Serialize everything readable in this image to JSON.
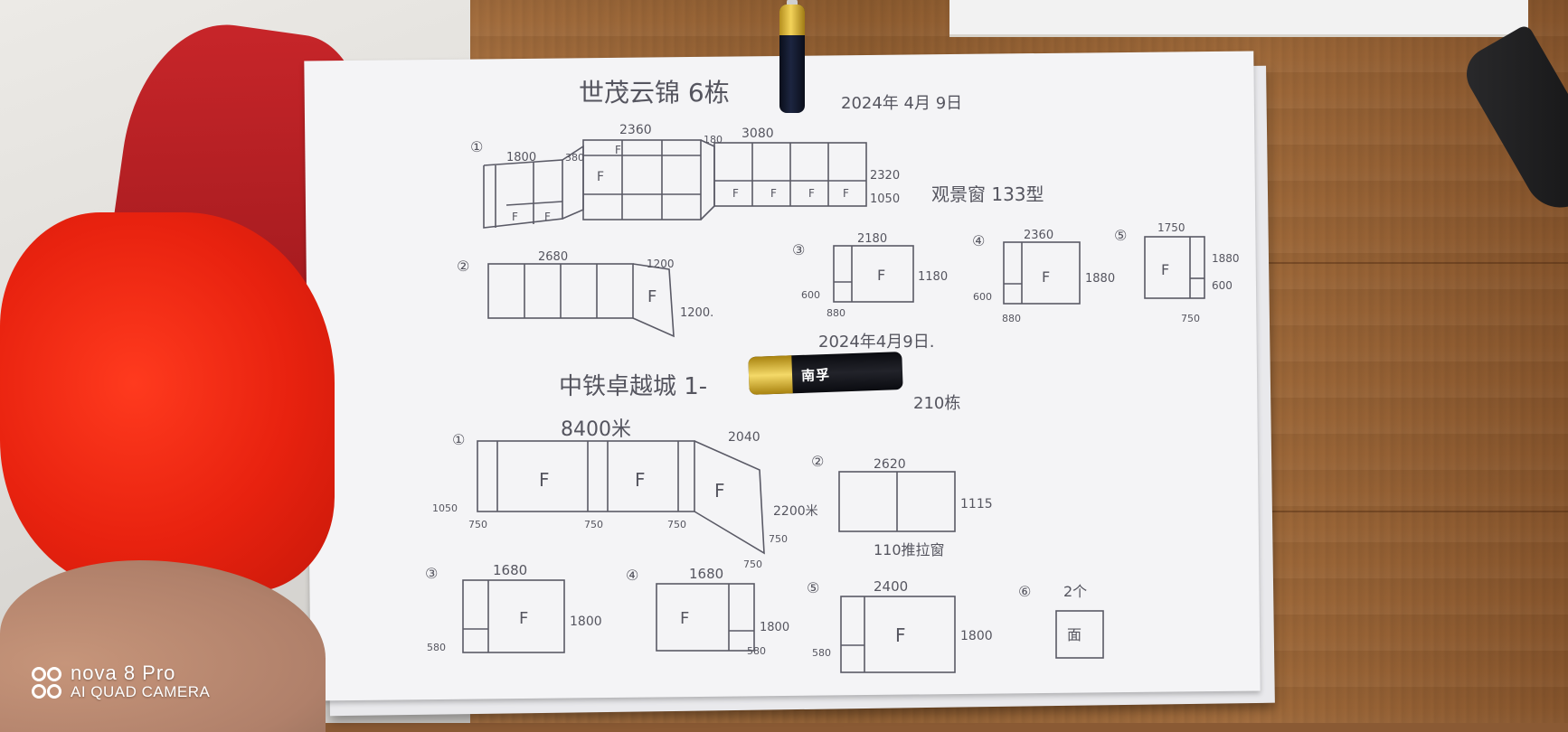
{
  "watermark": {
    "line1": "nova 8 Pro",
    "line2": "AI QUAD CAMERA"
  },
  "battery_label": "南孚",
  "sketch": {
    "header_title": "世茂云锦 6栋",
    "header_date": "2024年 4月 9日",
    "date2": "2024年4月9日.",
    "title2": "中铁卓越城 1-",
    "note2": "210栋",
    "top_dims": [
      "2360",
      "3080",
      "1800",
      "380",
      "2320",
      "1050",
      "180"
    ],
    "top_note": "观景窗 133型",
    "w2": {
      "dims": [
        "2680",
        "1200",
        "1200."
      ]
    },
    "w3": {
      "dims": [
        "2180",
        "1180",
        "600",
        "880"
      ]
    },
    "w4": {
      "dims": [
        "2360",
        "1880",
        "600",
        "880"
      ]
    },
    "w5": {
      "dims": [
        "1750",
        "1880",
        "600",
        "750"
      ]
    },
    "b1": {
      "dims": [
        "8400米",
        "2040",
        "1050",
        "750",
        "750",
        "750",
        "2200米",
        "750",
        "750"
      ]
    },
    "b2": {
      "dims": [
        "2620",
        "1115",
        "110推拉窗"
      ]
    },
    "b3": {
      "dims": [
        "1680",
        "1800",
        "580"
      ]
    },
    "b4": {
      "dims": [
        "1680",
        "1800",
        "580"
      ]
    },
    "b5": {
      "dims": [
        "2400",
        "1800",
        "580"
      ]
    },
    "b6": {
      "dims": [
        "2个",
        "面"
      ]
    },
    "fixed": "F",
    "circled": [
      "①",
      "②",
      "③",
      "④",
      "⑤",
      "⑥"
    ]
  }
}
